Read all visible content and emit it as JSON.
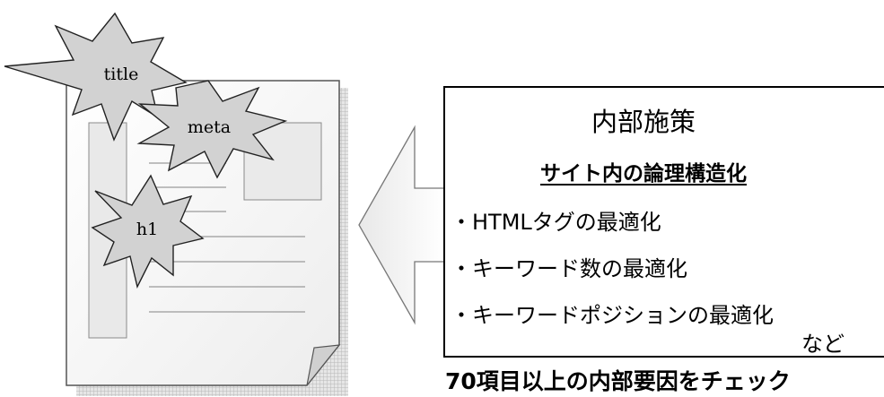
{
  "diagram": {
    "page_tags": {
      "title_label": "title",
      "meta_label": "meta",
      "h1_label": "h1"
    },
    "info_box": {
      "heading": "内部施策",
      "subheading": "サイト内の論理構造化",
      "bullets": [
        "・HTMLタグの最適化",
        "・キーワード数の最適化",
        "・キーワードポジションの最適化"
      ],
      "etc": "など"
    },
    "footer_caption": "70項目以上の内部要因をチェック"
  }
}
